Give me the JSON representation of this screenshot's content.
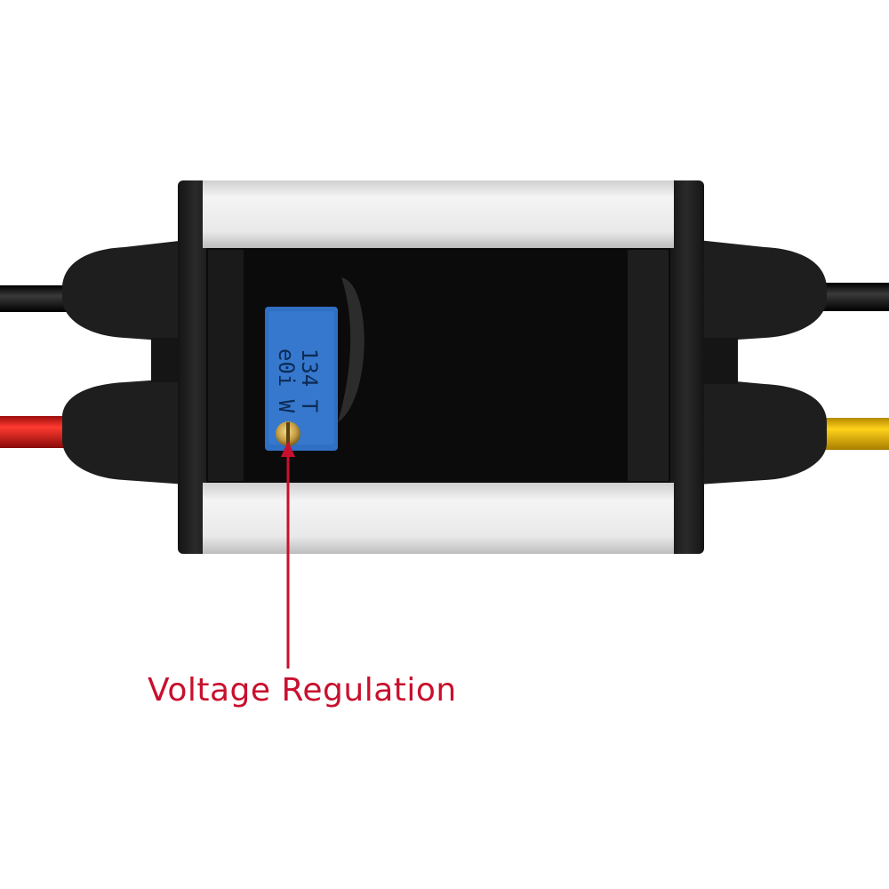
{
  "annotation": {
    "label": "Voltage Regulation",
    "color": "#c8102e"
  },
  "potentiometer": {
    "marking_line1": "134 T",
    "marking_line2": "e0i W"
  },
  "colors": {
    "housing": "#1c1c1c",
    "aluminum": "#e6e6e6",
    "wire_black": "#0d0d0d",
    "wire_red": "#e01818",
    "wire_yellow": "#f2c200",
    "trimmer_blue": "#2f6fc4",
    "screw_brass": "#c8a046"
  }
}
